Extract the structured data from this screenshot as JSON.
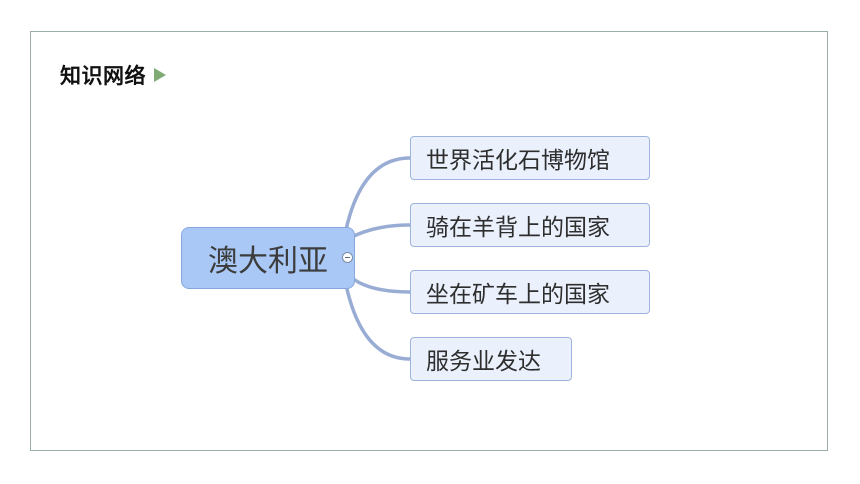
{
  "header": {
    "title": "知识网络"
  },
  "mindmap": {
    "central": "澳大利亚",
    "branches": [
      {
        "label": "世界活化石博物馆"
      },
      {
        "label": "骑在羊背上的国家"
      },
      {
        "label": "坐在矿车上的国家"
      },
      {
        "label": "服务业发达"
      }
    ]
  },
  "colors": {
    "central_fill": "#a9c8f5",
    "branch_fill": "#eaf0fc",
    "connector": "#98acd4",
    "frame_border": "#9aaea9",
    "heading_arrow": "#7faa74"
  }
}
